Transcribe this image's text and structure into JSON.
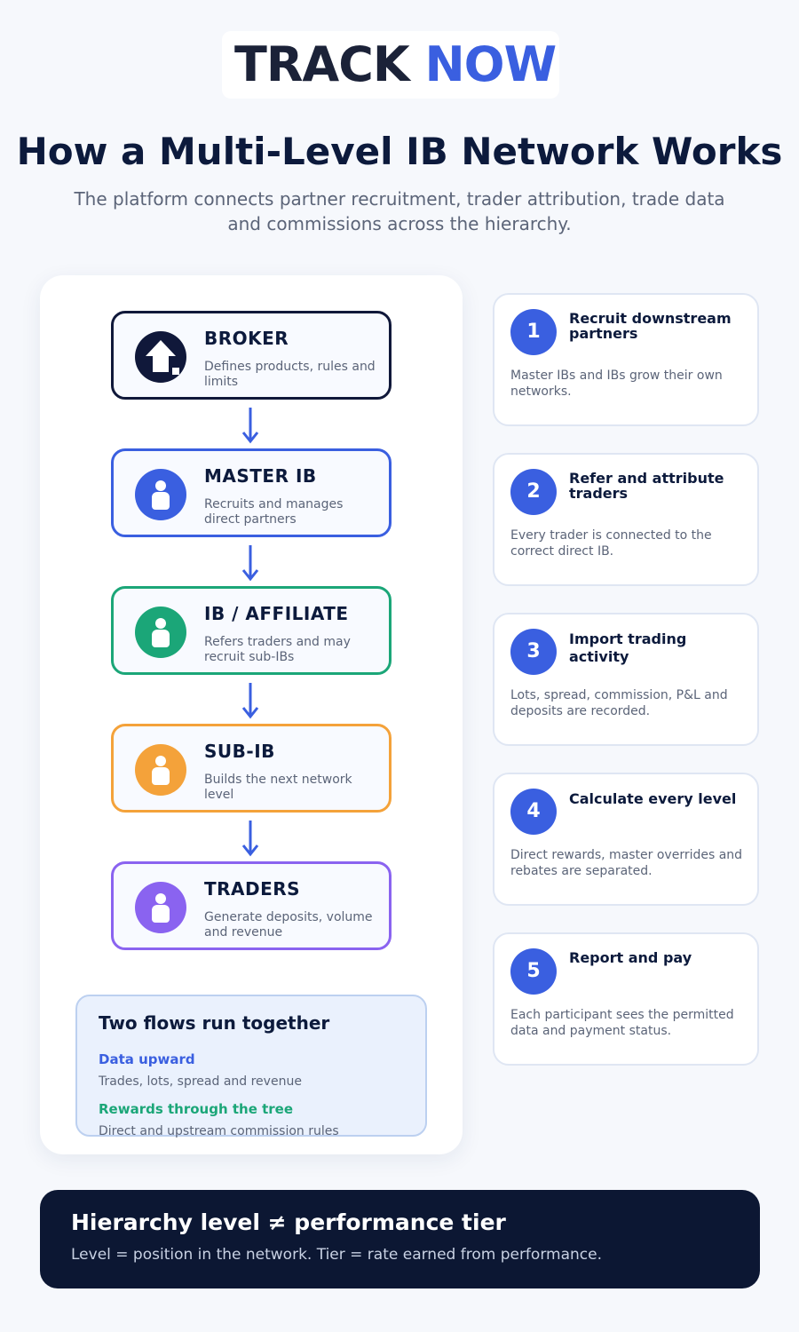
{
  "logo": {
    "text_main": "TRACK ",
    "text_accent": "NOW"
  },
  "header": {
    "title": "How a Multi-Level IB Network Works",
    "subtitle": "The platform connects partner recruitment, trader attribution, trade data and commissions across the hierarchy."
  },
  "hierarchy": [
    {
      "title": "BROKER",
      "desc": "Defines products, rules and limits",
      "color": "#10183a",
      "icon": "house-icon"
    },
    {
      "title": "MASTER IB",
      "desc": "Recruits and manages direct partners",
      "color": "#3a5fe0",
      "icon": "person-icon"
    },
    {
      "title": "IB / AFFILIATE",
      "desc": "Refers traders and may recruit sub-IBs",
      "color": "#1ba678",
      "icon": "person-icon"
    },
    {
      "title": "SUB-IB",
      "desc": "Builds the next network level",
      "color": "#f4a23a",
      "icon": "person-icon"
    },
    {
      "title": "TRADERS",
      "desc": "Generate deposits, volume and revenue",
      "color": "#8a63f0",
      "icon": "person-icon"
    }
  ],
  "flows": {
    "title": "Two flows run together",
    "upward_label": "Data upward",
    "upward_desc": "Trades, lots, spread and revenue",
    "rewards_label": "Rewards through the tree",
    "rewards_desc": "Direct and upstream commission rules",
    "upward_color": "#3a5fe0",
    "rewards_color": "#1ba678"
  },
  "steps": [
    {
      "num": "1",
      "title": "Recruit downstream partners",
      "desc": "Master IBs and IBs grow their own networks."
    },
    {
      "num": "2",
      "title": "Refer and attribute traders",
      "desc": "Every trader is connected to the correct direct IB."
    },
    {
      "num": "3",
      "title": "Import trading activity",
      "desc": "Lots, spread, commission, P&L and deposits are recorded."
    },
    {
      "num": "4",
      "title": "Calculate every level",
      "desc": "Direct rewards, master overrides and rebates are separated."
    },
    {
      "num": "5",
      "title": "Report and pay",
      "desc": "Each participant sees the permitted data and payment status."
    }
  ],
  "banner": {
    "title": "Hierarchy level ≠ performance tier",
    "subtitle": "Level = position in the network. Tier = rate earned from performance."
  }
}
